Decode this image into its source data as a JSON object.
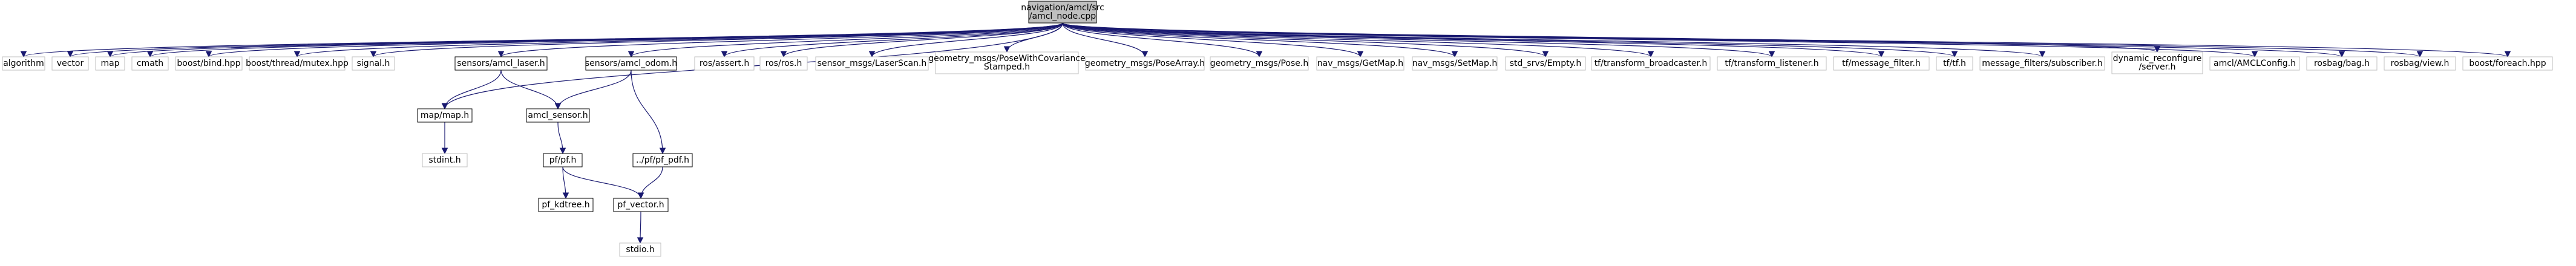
{
  "title": "navigation/amcl/src/amcl_node.cpp",
  "colors": {
    "root_fill": "#bfbfbf",
    "root_border": "#000000",
    "local_fill": "#ffffff",
    "local_border": "#000000",
    "system_fill": "#ffffff",
    "system_border": "#bfbfbf",
    "edge": "#191970",
    "system_text": "#000000"
  },
  "nodes": [
    {
      "id": "root",
      "kind": "root",
      "lines": [
        "navigation/amcl/src",
        "/amcl_node.cpp"
      ]
    },
    {
      "id": "algorithm",
      "kind": "system",
      "lines": [
        "algorithm"
      ]
    },
    {
      "id": "vector",
      "kind": "system",
      "lines": [
        "vector"
      ]
    },
    {
      "id": "map",
      "kind": "system",
      "lines": [
        "map"
      ]
    },
    {
      "id": "cmath",
      "kind": "system",
      "lines": [
        "cmath"
      ]
    },
    {
      "id": "boost_bind",
      "kind": "system",
      "lines": [
        "boost/bind.hpp"
      ]
    },
    {
      "id": "boost_mutex",
      "kind": "system",
      "lines": [
        "boost/thread/mutex.hpp"
      ]
    },
    {
      "id": "signal",
      "kind": "system",
      "lines": [
        "signal.h"
      ]
    },
    {
      "id": "amcl_laser",
      "kind": "local",
      "lines": [
        "sensors/amcl_laser.h"
      ]
    },
    {
      "id": "amcl_odom",
      "kind": "local",
      "lines": [
        "sensors/amcl_odom.h"
      ]
    },
    {
      "id": "ros_assert",
      "kind": "system",
      "lines": [
        "ros/assert.h"
      ]
    },
    {
      "id": "ros_ros",
      "kind": "system",
      "lines": [
        "ros/ros.h"
      ]
    },
    {
      "id": "laserscan",
      "kind": "system",
      "lines": [
        "sensor_msgs/LaserScan.h"
      ]
    },
    {
      "id": "posecov",
      "kind": "system",
      "lines": [
        "geometry_msgs/PoseWithCovariance",
        "Stamped.h"
      ]
    },
    {
      "id": "posearray",
      "kind": "system",
      "lines": [
        "geometry_msgs/PoseArray.h"
      ]
    },
    {
      "id": "pose",
      "kind": "system",
      "lines": [
        "geometry_msgs/Pose.h"
      ]
    },
    {
      "id": "getmap",
      "kind": "system",
      "lines": [
        "nav_msgs/GetMap.h"
      ]
    },
    {
      "id": "setmap",
      "kind": "system",
      "lines": [
        "nav_msgs/SetMap.h"
      ]
    },
    {
      "id": "empty",
      "kind": "system",
      "lines": [
        "std_srvs/Empty.h"
      ]
    },
    {
      "id": "tf_broadcaster",
      "kind": "system",
      "lines": [
        "tf/transform_broadcaster.h"
      ]
    },
    {
      "id": "tf_listener",
      "kind": "system",
      "lines": [
        "tf/transform_listener.h"
      ]
    },
    {
      "id": "tf_msgfilter",
      "kind": "system",
      "lines": [
        "tf/message_filter.h"
      ]
    },
    {
      "id": "tf_tf",
      "kind": "system",
      "lines": [
        "tf/tf.h"
      ]
    },
    {
      "id": "subscriber",
      "kind": "system",
      "lines": [
        "message_filters/subscriber.h"
      ]
    },
    {
      "id": "dynreconf",
      "kind": "system",
      "lines": [
        "dynamic_reconfigure",
        "/server.h"
      ]
    },
    {
      "id": "amclconfig",
      "kind": "system",
      "lines": [
        "amcl/AMCLConfig.h"
      ]
    },
    {
      "id": "rosbag_bag",
      "kind": "system",
      "lines": [
        "rosbag/bag.h"
      ]
    },
    {
      "id": "rosbag_view",
      "kind": "system",
      "lines": [
        "rosbag/view.h"
      ]
    },
    {
      "id": "foreach",
      "kind": "system",
      "lines": [
        "boost/foreach.hpp"
      ]
    },
    {
      "id": "map_h",
      "kind": "local",
      "lines": [
        "map/map.h"
      ]
    },
    {
      "id": "amcl_sensor",
      "kind": "local",
      "lines": [
        "amcl_sensor.h"
      ]
    },
    {
      "id": "pf_pdf",
      "kind": "local",
      "lines": [
        "../pf/pf_pdf.h"
      ]
    },
    {
      "id": "stdint",
      "kind": "system",
      "lines": [
        "stdint.h"
      ]
    },
    {
      "id": "pf_h",
      "kind": "local",
      "lines": [
        "pf/pf.h"
      ]
    },
    {
      "id": "pf_kdtree",
      "kind": "local",
      "lines": [
        "pf_kdtree.h"
      ]
    },
    {
      "id": "pf_vector",
      "kind": "local",
      "lines": [
        "pf_vector.h"
      ]
    },
    {
      "id": "stdio",
      "kind": "system",
      "lines": [
        "stdio.h"
      ]
    }
  ],
  "edges": [
    [
      "root",
      "algorithm"
    ],
    [
      "root",
      "vector"
    ],
    [
      "root",
      "map"
    ],
    [
      "root",
      "cmath"
    ],
    [
      "root",
      "boost_bind"
    ],
    [
      "root",
      "boost_mutex"
    ],
    [
      "root",
      "signal"
    ],
    [
      "root",
      "map_h"
    ],
    [
      "root",
      "amcl_laser"
    ],
    [
      "root",
      "amcl_odom"
    ],
    [
      "root",
      "ros_assert"
    ],
    [
      "root",
      "ros_ros"
    ],
    [
      "root",
      "laserscan"
    ],
    [
      "root",
      "posecov"
    ],
    [
      "root",
      "posearray"
    ],
    [
      "root",
      "pose"
    ],
    [
      "root",
      "getmap"
    ],
    [
      "root",
      "setmap"
    ],
    [
      "root",
      "empty"
    ],
    [
      "root",
      "tf_broadcaster"
    ],
    [
      "root",
      "tf_listener"
    ],
    [
      "root",
      "tf_msgfilter"
    ],
    [
      "root",
      "tf_tf"
    ],
    [
      "root",
      "subscriber"
    ],
    [
      "root",
      "dynreconf"
    ],
    [
      "root",
      "amclconfig"
    ],
    [
      "root",
      "rosbag_bag"
    ],
    [
      "root",
      "rosbag_view"
    ],
    [
      "root",
      "foreach"
    ],
    [
      "amcl_laser",
      "map_h"
    ],
    [
      "amcl_laser",
      "amcl_sensor"
    ],
    [
      "amcl_odom",
      "amcl_sensor"
    ],
    [
      "amcl_odom",
      "pf_pdf"
    ],
    [
      "map_h",
      "stdint"
    ],
    [
      "amcl_sensor",
      "pf_h"
    ],
    [
      "pf_h",
      "pf_kdtree"
    ],
    [
      "pf_h",
      "pf_vector"
    ],
    [
      "pf_pdf",
      "pf_vector"
    ],
    [
      "pf_vector",
      "stdio"
    ]
  ]
}
